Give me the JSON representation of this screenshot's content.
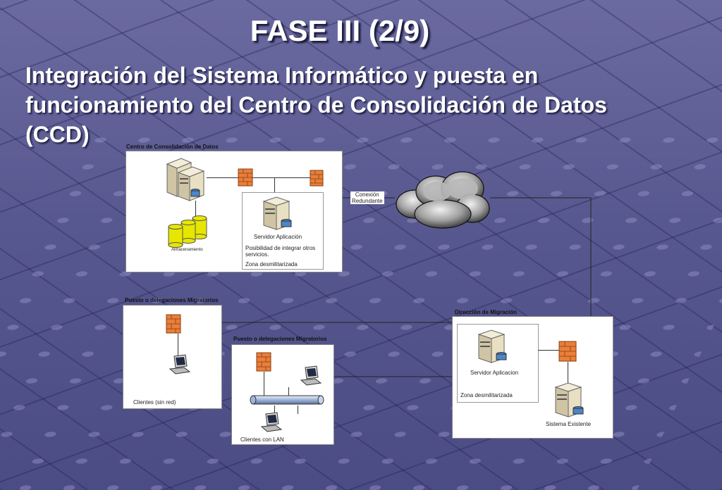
{
  "slide": {
    "title": "FASE III (2/9)",
    "subtitle_lines": [
      "Integración del Sistema Informático y puesta en",
      "funcionamiento del Centro de Consolidación de Datos",
      "(CCD)"
    ]
  },
  "diagram": {
    "ccd": {
      "caption": "Centro de Consolidación de Datos",
      "storage_label": "Almacenamiento",
      "app_server_label": "Servidor Aplicación",
      "services_note": "Posibilidad de integrar otros servicios.",
      "dmz_label": "Zona desmilitarizada"
    },
    "link_label_lines": [
      "Conexión",
      "Redundante"
    ],
    "delegation_a": {
      "caption": "Puesto o delegaciones Migratorios",
      "clients_label": "Clientes (sin red)"
    },
    "delegation_b": {
      "caption": "Puesto o delegaciones Migratorios",
      "clients_label": "Clientes con LAN"
    },
    "migracion": {
      "caption": "Dirección de Migración",
      "app_server_label": "Servidor Aplicacion",
      "dmz_label": "Zona desmilitarizada",
      "existing_label": "Sistema Existente"
    }
  },
  "colors": {
    "background": "#585890",
    "title_text": "#ffffff",
    "firewall": "#e87f3a",
    "server_body": "#e9dfc2",
    "storage": "#e6e600",
    "disk": "#4b86c8"
  },
  "icons": [
    "server-icon",
    "firewall-icon",
    "storage-icon",
    "cloud-icon",
    "workstation-icon",
    "lan-bus-icon"
  ]
}
